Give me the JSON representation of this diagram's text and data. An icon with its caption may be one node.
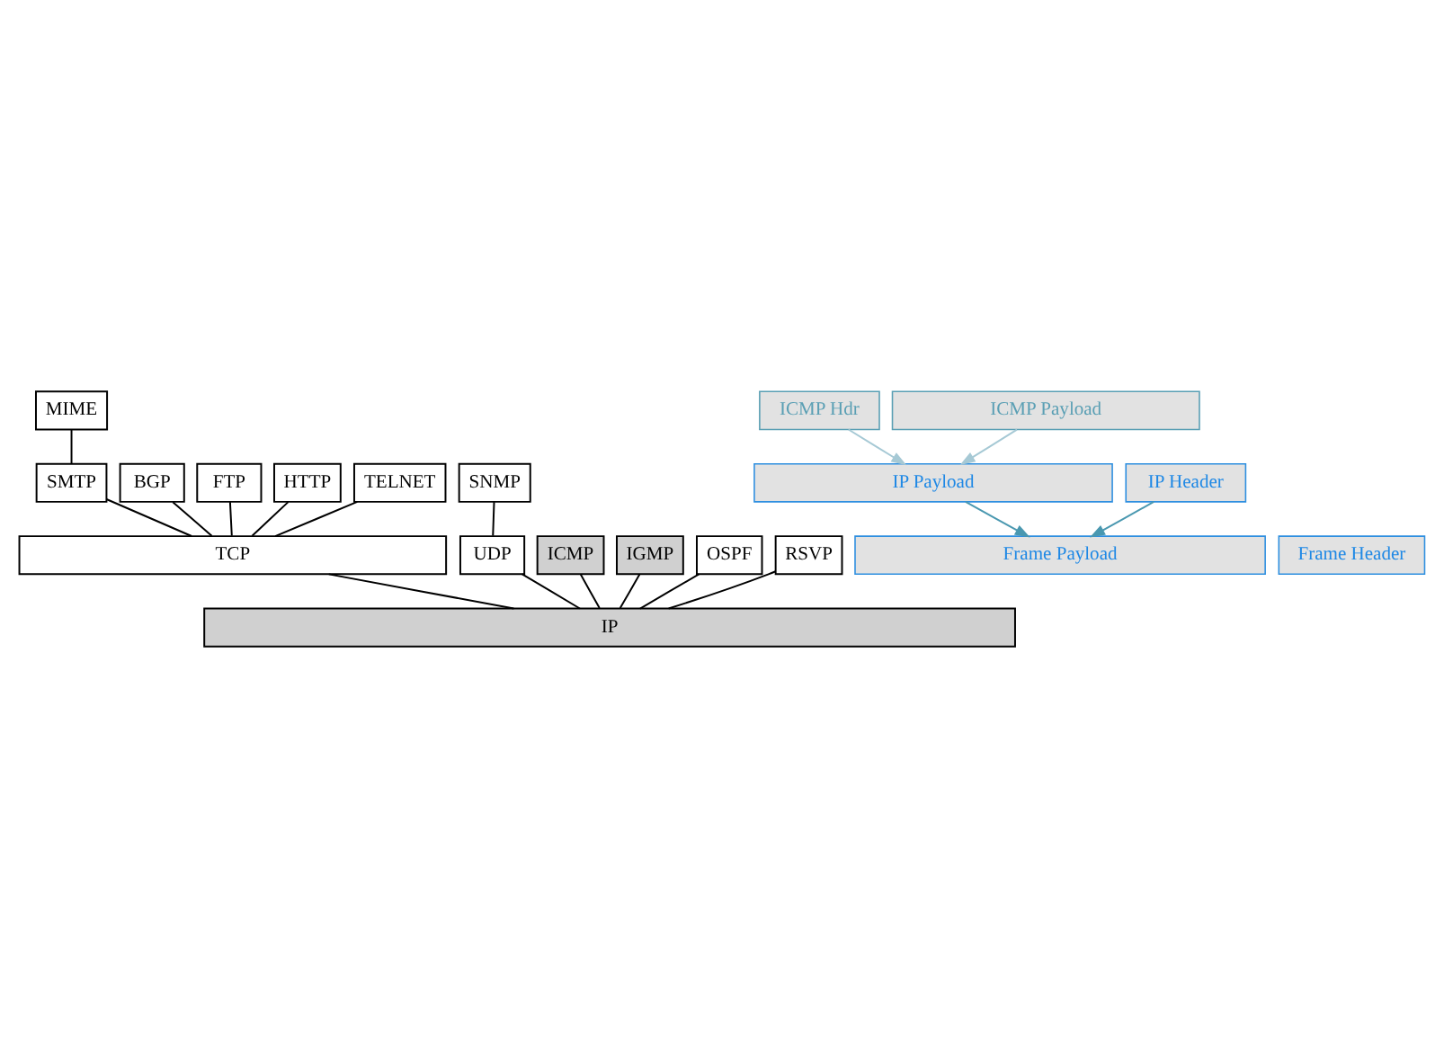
{
  "diagram": {
    "nodes": [
      {
        "text": [
          "MIME"
        ]
      },
      {
        "text": [
          "BGP"
        ]
      },
      {
        "text": [
          "FTP"
        ]
      },
      {
        "text": [
          "HTTP"
        ]
      },
      {
        "text": [
          "SMTP"
        ]
      },
      {
        "text": [
          "TELNET"
        ]
      },
      {
        "text": [
          "SNMP"
        ]
      },
      {
        "text": [
          "TCP"
        ]
      },
      {
        "text": [
          "UDP"
        ]
      },
      {
        "text": [
          "ICMP"
        ]
      },
      {
        "text": [
          "IGMP"
        ]
      },
      {
        "text": [
          "OSPF"
        ]
      },
      {
        "text": [
          "RSVP"
        ]
      },
      {
        "text": [
          "IP"
        ]
      },
      {
        "text": [
          "ICMP Hdr"
        ]
      },
      {
        "text": [
          "ICMP Payload"
        ]
      },
      {
        "text": [
          "IP Header"
        ]
      },
      {
        "text": [
          "IP Payload"
        ]
      },
      {
        "text": [
          "Frame Header"
        ]
      },
      {
        "text": [
          "Frame Payload"
        ]
      }
    ],
    "edges": [
      {
        "from": 0,
        "to": 4,
        "arrow": "none"
      },
      {
        "from": 1,
        "to": 7,
        "arrow": "none"
      },
      {
        "from": 2,
        "to": 7,
        "arrow": "none"
      },
      {
        "from": 3,
        "to": 7,
        "arrow": "none"
      },
      {
        "from": 4,
        "to": 7,
        "arrow": "none"
      },
      {
        "from": 5,
        "to": 7,
        "arrow": "none"
      },
      {
        "from": 6,
        "to": 8,
        "arrow": "none"
      },
      {
        "from": 7,
        "to": 13,
        "arrow": "none"
      },
      {
        "from": 8,
        "to": 13,
        "arrow": "none"
      },
      {
        "from": 9,
        "to": 13,
        "arrow": "none"
      },
      {
        "from": 10,
        "to": 13,
        "arrow": "none"
      },
      {
        "from": 11,
        "to": 13,
        "arrow": "none"
      },
      {
        "from": 12,
        "to": 13,
        "arrow": "none"
      },
      {
        "from": 14,
        "to": 17,
        "arrow": "to",
        "color": "#a6c9d5"
      },
      {
        "from": 15,
        "to": 17,
        "arrow": "to",
        "color": "#a6c9d5"
      },
      {
        "from": 16,
        "to": 19,
        "arrow": "to",
        "color": "#4a98b0"
      },
      {
        "from": 17,
        "to": 19,
        "arrow": "to",
        "color": "#4a98b0"
      }
    ]
  }
}
